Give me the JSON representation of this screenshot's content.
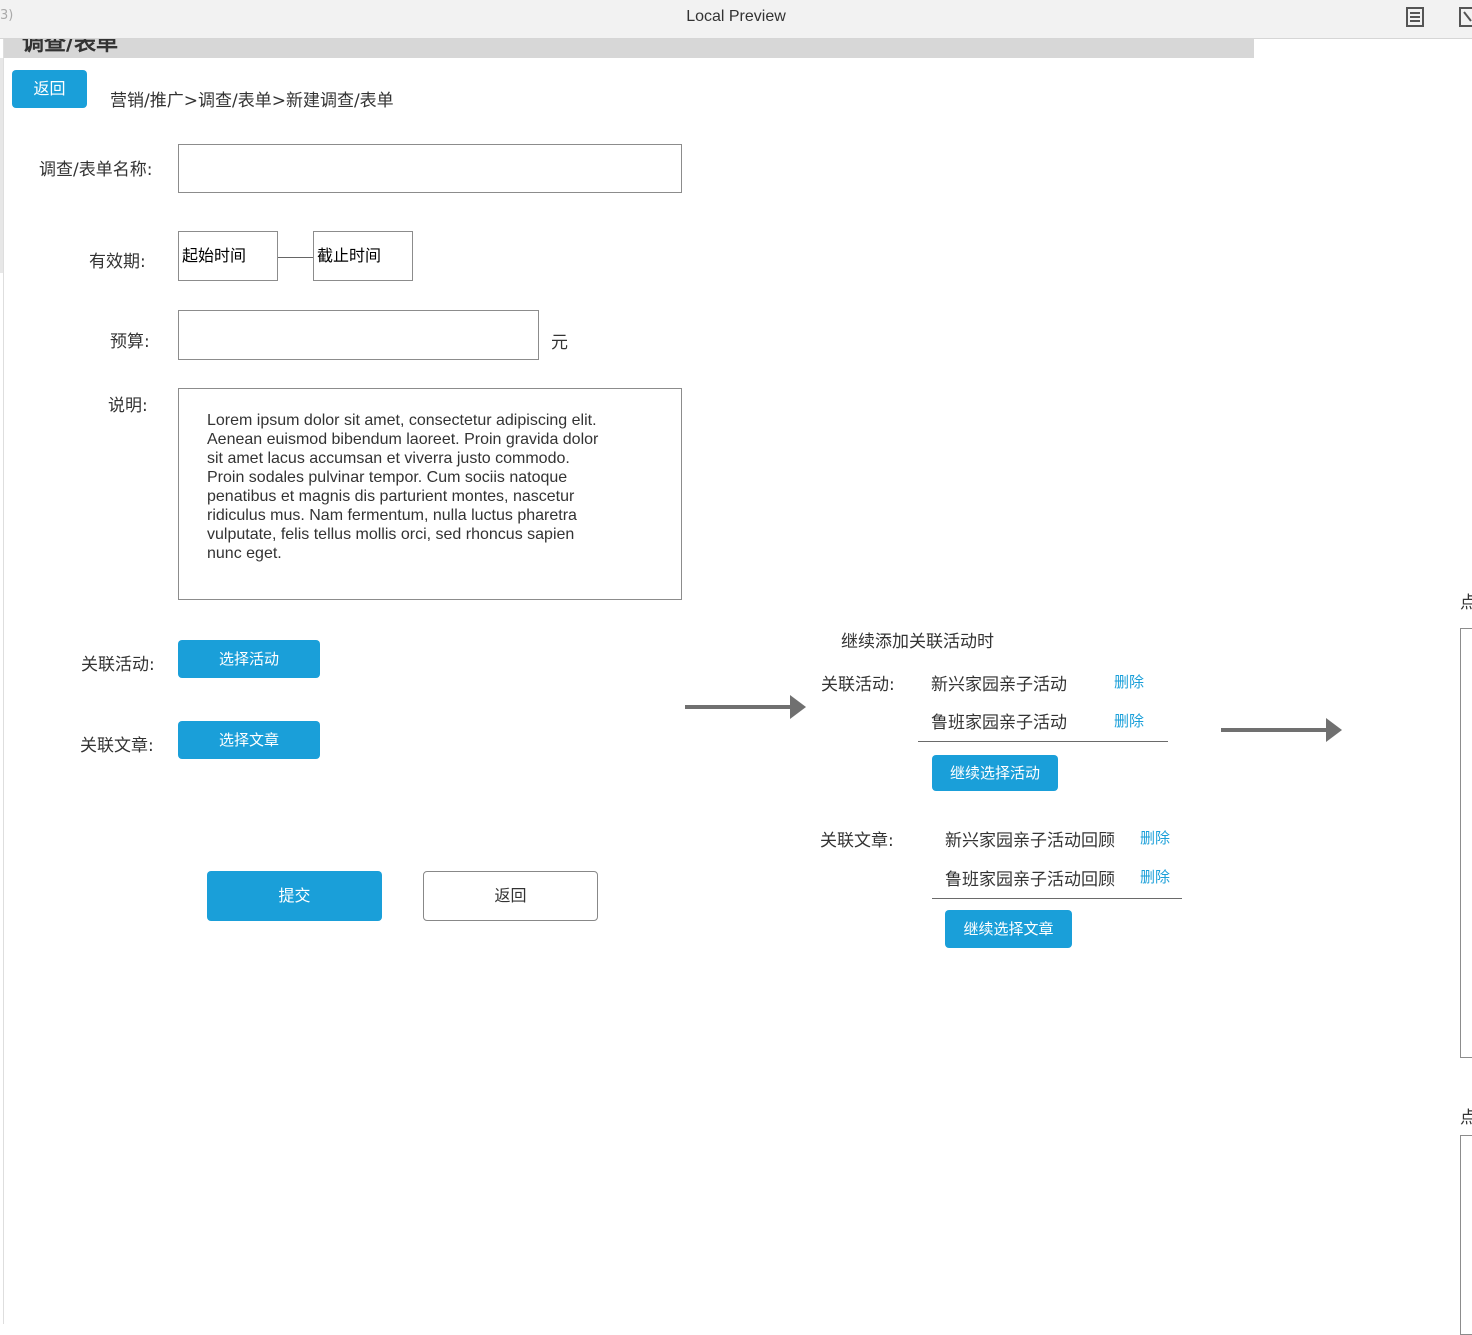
{
  "window": {
    "title": "Local Preview",
    "left_fragment": "3)"
  },
  "page": {
    "heading": "调查/表单",
    "back_button": "返回",
    "breadcrumb": "营销/推广>调查/表单>新建调查/表单"
  },
  "form": {
    "name_label": "调查/表单名称:",
    "name_value": "",
    "validity_label": "有效期:",
    "start_time": "起始时间",
    "end_time": "截止时间",
    "budget_label": "预算:",
    "budget_value": "",
    "budget_unit": "元",
    "description_label": "说明:",
    "description_text": "Lorem ipsum dolor sit amet, consectetur adipiscing elit. Aenean euismod bibendum laoreet. Proin gravida dolor sit amet lacus accumsan et viverra justo commodo. Proin sodales pulvinar tempor. Cum sociis natoque penatibus et magnis dis parturient montes, nascetur ridiculus mus. Nam fermentum, nulla luctus pharetra vulputate, felis tellus mollis orci, sed rhoncus sapien nunc eget.",
    "activity_label": "关联活动:",
    "activity_button": "选择活动",
    "article_label": "关联文章:",
    "article_button": "选择文章",
    "submit_button": "提交",
    "return_button": "返回"
  },
  "continued": {
    "title": "继续添加关联活动时",
    "activity_label": "关联活动:",
    "activities": [
      {
        "name": "新兴家园亲子活动",
        "action": "删除"
      },
      {
        "name": "鲁班家园亲子活动",
        "action": "删除"
      }
    ],
    "continue_activity_button": "继续选择活动",
    "article_label": "关联文章:",
    "articles": [
      {
        "name": "新兴家园亲子活动回顾",
        "action": "删除"
      },
      {
        "name": "鲁班家园亲子活动回顾",
        "action": "删除"
      }
    ],
    "continue_article_button": "继续选择文章"
  },
  "right_edge": {
    "fragment_1": "点",
    "fragment_2": "点"
  },
  "colors": {
    "accent": "#1a9fd9",
    "band": "#d7d7d7"
  }
}
